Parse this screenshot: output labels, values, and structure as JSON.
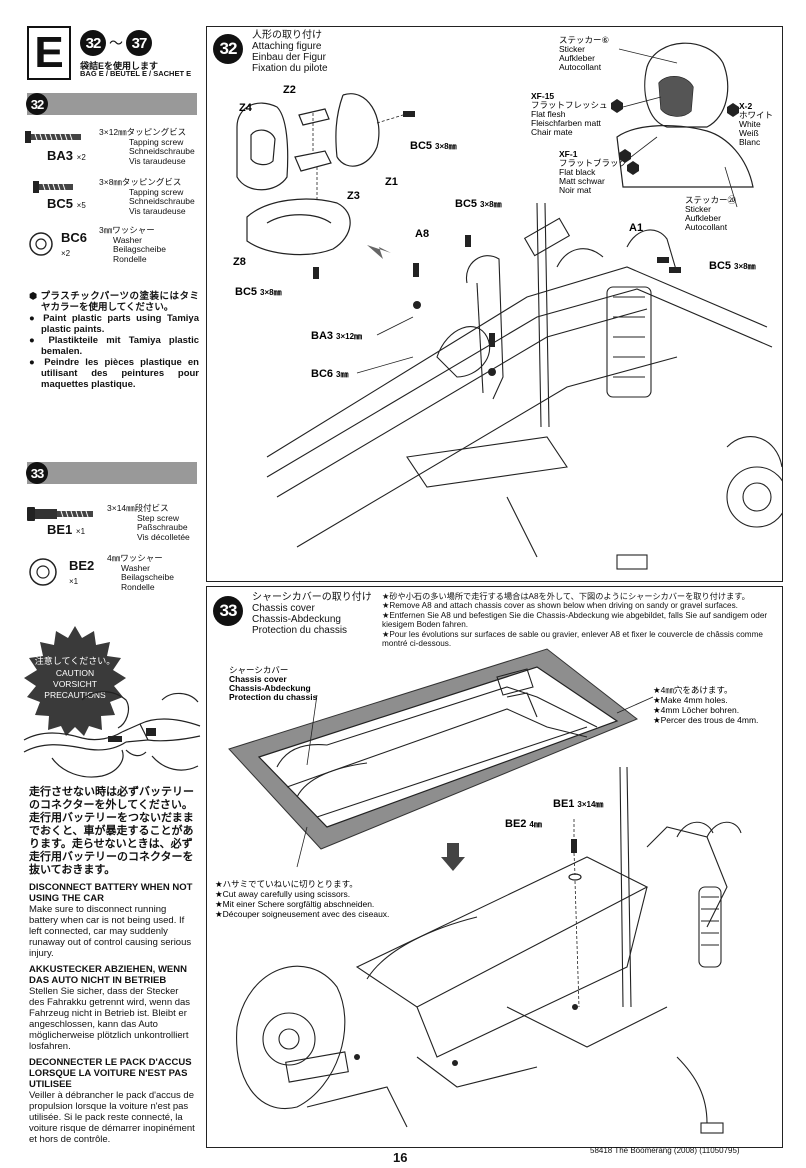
{
  "header": {
    "letter": "E",
    "step_from": "32",
    "step_to": "37",
    "tilde": "〜",
    "bag_jp": "袋詰Eを使用します",
    "bag_multi": "BAG E / BEUTEL E / SACHET E"
  },
  "left_step32": {
    "number": "32",
    "parts": [
      {
        "code": "BA3",
        "qty": "×2",
        "desc": [
          "3×12㎜タッピングビス",
          "Tapping screw",
          "Schneidschraube",
          "Vis taraudeuse"
        ]
      },
      {
        "code": "BC5",
        "qty": "×5",
        "desc": [
          "3×8㎜タッピングビス",
          "Tapping screw",
          "Schneidschraube",
          "Vis taraudeuse"
        ]
      },
      {
        "code": "BC6",
        "qty": "×2",
        "desc": [
          "3㎜ワッシャー",
          "Washer",
          "Beilagscheibe",
          "Rondelle"
        ]
      }
    ],
    "paint_notes": {
      "jp": "プラスチックパーツの塗装にはタミヤカラーを使用してください。",
      "en": "Paint plastic parts using Tamiya plastic paints.",
      "de": "Plastikteile mit Tamiya plastic bemalen.",
      "fr": "Peindre les pièces plastique en utilisant des peintures pour maquettes plastique."
    }
  },
  "left_step33": {
    "number": "33",
    "parts": [
      {
        "code": "BE1",
        "qty": "×1",
        "desc": [
          "3×14㎜段付ビス",
          "Step screw",
          "Paßschraube",
          "Vis décolletée"
        ]
      },
      {
        "code": "BE2",
        "qty": "×1",
        "desc": [
          "4㎜ワッシャー",
          "Washer",
          "Beilagscheibe",
          "Rondelle"
        ]
      }
    ]
  },
  "caution": {
    "jp": "注意してください。",
    "en": "CAUTION",
    "de": "VORSICHT",
    "fr": "PRECAUTIONS"
  },
  "battery_warning": {
    "jp": "走行させない時は必ずバッテリーのコネクターを外してください。走行用バッテリーをつないだままでおくと、車が暴走することがあります。走らせないときは、必ず走行用バッテリーのコネクターを抜いておきます。",
    "en_title": "DISCONNECT BATTERY WHEN NOT USING THE CAR",
    "en": "Make sure to disconnect running battery when car is not being used. If left connected, car may suddenly runaway out of control causing serious injury.",
    "de_title": "AKKUSTECKER ABZIEHEN, WENN DAS AUTO NICHT IN BETRIEB",
    "de": "Stellen Sie sicher, dass der Stecker des Fahrakku getrennt wird, wenn das Fahrzeug nicht in Betrieb ist. Bleibt er angeschlossen, kann das Auto möglicherweise plötzlich unkontrolliert losfahren.",
    "fr_title": "DECONNECTER LE PACK D'ACCUS LORSQUE LA VOITURE N'EST PAS UTILISEE",
    "fr": "Veiller à débrancher le pack d'accus de propulsion lorsque la voiture n'est pas utilisée. Si le pack reste connecté, la voiture risque de démarrer inopinément et hors de contrôle."
  },
  "step32": {
    "number": "32",
    "title_jp": "人形の取り付け",
    "title_en": "Attaching figure",
    "title_de": "Einbau der Figur",
    "title_fr": "Fixation du pilote",
    "labels": {
      "z2": "Z2",
      "z4": "Z4",
      "z3": "Z3",
      "z1": "Z1",
      "z8": "Z8",
      "a8": "A8",
      "a1": "A1",
      "bc5": "BC5",
      "ba3": "BA3",
      "bc6": "BC6",
      "size_3x8": "3×8㎜",
      "size_3x12": "3×12㎜",
      "size_3": "3㎜"
    },
    "sticker6": {
      "jp": "ステッカー⑥",
      "en": "Sticker",
      "de": "Aufkleber",
      "fr": "Autocollant"
    },
    "xf15": {
      "code": "XF-15",
      "jp": "フラットフレッシュ",
      "en": "Flat flesh",
      "de": "Fleischfarben matt",
      "fr": "Chair mate"
    },
    "x2": {
      "code": "X-2",
      "jp": "ホワイト",
      "en": "White",
      "de": "Weiß",
      "fr": "Blanc"
    },
    "xf1": {
      "code": "XF-1",
      "jp": "フラットブラック",
      "en": "Flat black",
      "de": "Matt schwar",
      "fr": "Noir mat"
    },
    "sticker20": {
      "jp": "ステッカー⑳",
      "en": "Sticker",
      "de": "Aufkleber",
      "fr": "Autocollant"
    }
  },
  "step33": {
    "number": "33",
    "title_jp": "シャーシカバーの取り付け",
    "title_en": "Chassis cover",
    "title_de": "Chassis-Abdeckung",
    "title_fr": "Protection du chassis",
    "notes": [
      "★砂や小石の多い場所で走行する場合はA8を外して、下図のようにシャーシカバーを取り付けます。",
      "★Remove A8 and attach chassis cover as shown below when driving on sandy or gravel surfaces.",
      "★Entfernen Sie A8 und befestigen Sie die Chassis-Abdeckung wie abgebildet, falls Sie auf sandigem oder kiesigem Boden fahren.",
      "★Pour les évolutions sur surfaces de sable ou gravier, enlever A8 et fixer le couvercle de châssis comme montré ci-dessous."
    ],
    "cover_label": {
      "jp": "シャーシカバー",
      "en": "Chassis cover",
      "de": "Chassis-Abdeckung",
      "fr": "Protection du chassis"
    },
    "holes": [
      "★4㎜穴をあけます。",
      "★Make 4mm holes.",
      "★4mm Löcher bohren.",
      "★Percer des trous de 4mm."
    ],
    "scissors": [
      "★ハサミでていねいに切りとります。",
      "★Cut away carefully using scissors.",
      "★Mit einer Schere sorgfältig abschneiden.",
      "★Découper soigneusement avec des ciseaux."
    ],
    "be1": "BE1",
    "be1_size": "3×14㎜",
    "be2": "BE2",
    "be2_size": "4㎜"
  },
  "footer": {
    "page": "16",
    "ref": "58418 The Boomerang (2008) (11050795)"
  }
}
